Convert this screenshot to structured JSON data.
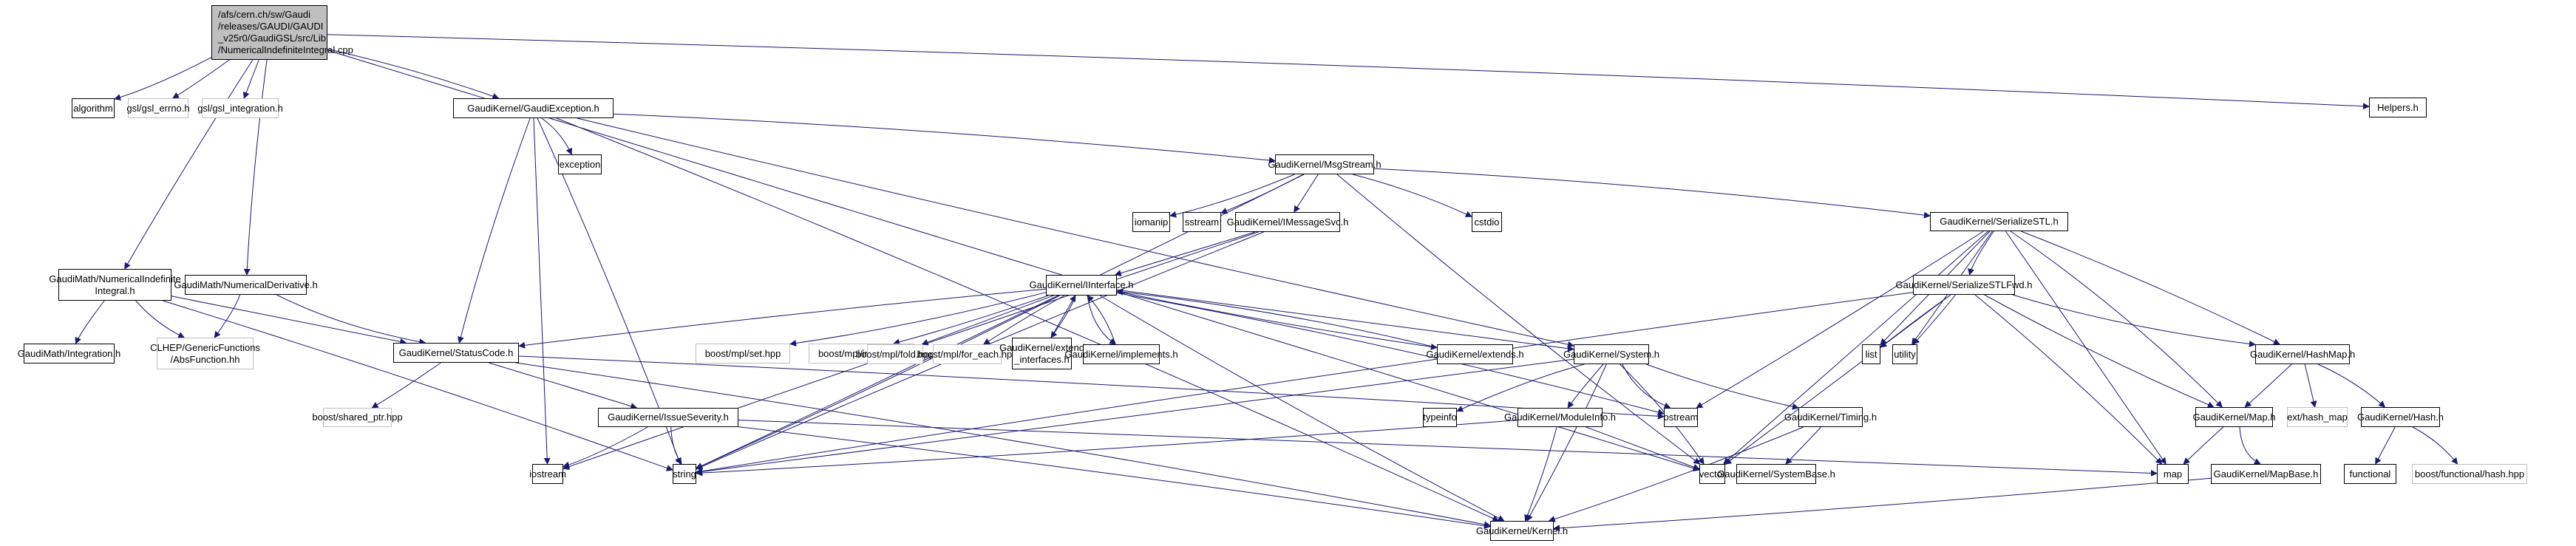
{
  "diagram": {
    "type": "include-dependency-graph",
    "edge_color": "#191970",
    "root_fill": "#bfbfbf",
    "external_border": "#bfbfbf",
    "nodes": [
      {
        "id": "root",
        "label": "/afs/cern.ch/sw/Gaudi\n/releases/GAUDI/GAUDI\n_v25r0/GaudiGSL/src/Lib\n/NumericalIndefiniteIntegral.cpp",
        "kind": "root"
      },
      {
        "id": "algorithm",
        "label": "algorithm",
        "kind": "doc"
      },
      {
        "id": "gsl_errno",
        "label": "gsl/gsl_errno.h",
        "kind": "ext"
      },
      {
        "id": "gsl_integration",
        "label": "gsl/gsl_integration.h",
        "kind": "ext"
      },
      {
        "id": "GaudiException",
        "label": "GaudiKernel/GaudiException.h",
        "kind": "doc"
      },
      {
        "id": "Helpers",
        "label": "Helpers.h",
        "kind": "doc"
      },
      {
        "id": "exception",
        "label": "exception",
        "kind": "doc"
      },
      {
        "id": "MsgStream",
        "label": "GaudiKernel/MsgStream.h",
        "kind": "doc"
      },
      {
        "id": "iomanip",
        "label": "iomanip",
        "kind": "doc"
      },
      {
        "id": "sstream",
        "label": "sstream",
        "kind": "doc"
      },
      {
        "id": "IMessageSvc",
        "label": "GaudiKernel/IMessageSvc.h",
        "kind": "doc"
      },
      {
        "id": "cstdio",
        "label": "cstdio",
        "kind": "doc"
      },
      {
        "id": "SerializeSTL",
        "label": "GaudiKernel/SerializeSTL.h",
        "kind": "doc"
      },
      {
        "id": "NumIndefInt",
        "label": "GaudiMath/NumericalIndefinite\nIntegral.h",
        "kind": "doc"
      },
      {
        "id": "NumDeriv",
        "label": "GaudiMath/NumericalDerivative.h",
        "kind": "doc"
      },
      {
        "id": "IInterface",
        "label": "GaudiKernel/IInterface.h",
        "kind": "doc"
      },
      {
        "id": "SerializeSTLFwd",
        "label": "GaudiKernel/SerializeSTLFwd.h",
        "kind": "doc"
      },
      {
        "id": "Integration",
        "label": "GaudiMath/Integration.h",
        "kind": "doc"
      },
      {
        "id": "AbsFunction",
        "label": "CLHEP/GenericFunctions\n/AbsFunction.hh",
        "kind": "ext"
      },
      {
        "id": "StatusCode",
        "label": "GaudiKernel/StatusCode.h",
        "kind": "doc"
      },
      {
        "id": "mpl_set",
        "label": "boost/mpl/set.hpp",
        "kind": "ext"
      },
      {
        "id": "mpl_insert",
        "label": "boost/mpl/insert.hpp",
        "kind": "ext"
      },
      {
        "id": "mpl_fold",
        "label": "boost/mpl/fold.hpp",
        "kind": "ext"
      },
      {
        "id": "mpl_for_each",
        "label": "boost/mpl/for_each.hpp",
        "kind": "ext"
      },
      {
        "id": "extend_interfaces",
        "label": "GaudiKernel/extend\n_interfaces.h",
        "kind": "doc"
      },
      {
        "id": "implements",
        "label": "GaudiKernel/implements.h",
        "kind": "doc"
      },
      {
        "id": "extends",
        "label": "GaudiKernel/extends.h",
        "kind": "doc"
      },
      {
        "id": "System",
        "label": "GaudiKernel/System.h",
        "kind": "doc"
      },
      {
        "id": "list",
        "label": "list",
        "kind": "doc"
      },
      {
        "id": "utility",
        "label": "utility",
        "kind": "doc"
      },
      {
        "id": "HashMap",
        "label": "GaudiKernel/HashMap.h",
        "kind": "doc"
      },
      {
        "id": "shared_ptr",
        "label": "boost/shared_ptr.hpp",
        "kind": "ext"
      },
      {
        "id": "IssueSeverity",
        "label": "GaudiKernel/IssueSeverity.h",
        "kind": "doc"
      },
      {
        "id": "typeinfo",
        "label": "typeinfo",
        "kind": "doc"
      },
      {
        "id": "ModuleInfo",
        "label": "GaudiKernel/ModuleInfo.h",
        "kind": "doc"
      },
      {
        "id": "ostream",
        "label": "ostream",
        "kind": "doc"
      },
      {
        "id": "Timing",
        "label": "GaudiKernel/Timing.h",
        "kind": "doc"
      },
      {
        "id": "Map",
        "label": "GaudiKernel/Map.h",
        "kind": "doc"
      },
      {
        "id": "hash_map",
        "label": "ext/hash_map",
        "kind": "ext"
      },
      {
        "id": "Hash",
        "label": "GaudiKernel/Hash.h",
        "kind": "doc"
      },
      {
        "id": "iostream",
        "label": "iostream",
        "kind": "doc"
      },
      {
        "id": "string",
        "label": "string",
        "kind": "doc"
      },
      {
        "id": "vector",
        "label": "vector",
        "kind": "doc"
      },
      {
        "id": "SystemBase",
        "label": "GaudiKernel/SystemBase.h",
        "kind": "doc"
      },
      {
        "id": "map",
        "label": "map",
        "kind": "doc"
      },
      {
        "id": "MapBase",
        "label": "GaudiKernel/MapBase.h",
        "kind": "doc"
      },
      {
        "id": "functional",
        "label": "functional",
        "kind": "doc"
      },
      {
        "id": "boost_hash",
        "label": "boost/functional/hash.hpp",
        "kind": "ext"
      },
      {
        "id": "Kernel",
        "label": "GaudiKernel/Kernel.h",
        "kind": "doc"
      }
    ],
    "edges": [
      [
        "root",
        "algorithm"
      ],
      [
        "root",
        "gsl_errno"
      ],
      [
        "root",
        "gsl_integration"
      ],
      [
        "root",
        "GaudiException"
      ],
      [
        "root",
        "Helpers"
      ],
      [
        "root",
        "NumIndefInt"
      ],
      [
        "root",
        "NumDeriv"
      ],
      [
        "root",
        "vector"
      ],
      [
        "GaudiException",
        "exception"
      ],
      [
        "GaudiException",
        "MsgStream"
      ],
      [
        "GaudiException",
        "StatusCode"
      ],
      [
        "GaudiException",
        "System"
      ],
      [
        "GaudiException",
        "iostream"
      ],
      [
        "GaudiException",
        "string"
      ],
      [
        "GaudiException",
        "Kernel"
      ],
      [
        "MsgStream",
        "iomanip"
      ],
      [
        "MsgStream",
        "sstream"
      ],
      [
        "MsgStream",
        "IMessageSvc"
      ],
      [
        "MsgStream",
        "cstdio"
      ],
      [
        "MsgStream",
        "SerializeSTL"
      ],
      [
        "MsgStream",
        "string"
      ],
      [
        "MsgStream",
        "vector"
      ],
      [
        "IMessageSvc",
        "IInterface"
      ],
      [
        "IMessageSvc",
        "iostream"
      ],
      [
        "IMessageSvc",
        "string"
      ],
      [
        "IInterface",
        "mpl_set"
      ],
      [
        "IInterface",
        "mpl_insert"
      ],
      [
        "IInterface",
        "mpl_fold"
      ],
      [
        "IInterface",
        "mpl_for_each"
      ],
      [
        "IInterface",
        "extend_interfaces"
      ],
      [
        "IInterface",
        "implements"
      ],
      [
        "IInterface",
        "extends"
      ],
      [
        "IInterface",
        "System"
      ],
      [
        "IInterface",
        "StatusCode"
      ],
      [
        "IInterface",
        "ostream"
      ],
      [
        "IInterface",
        "string"
      ],
      [
        "IInterface",
        "Kernel"
      ],
      [
        "extend_interfaces",
        "IInterface"
      ],
      [
        "implements",
        "IInterface"
      ],
      [
        "extends",
        "IInterface"
      ],
      [
        "SerializeSTL",
        "SerializeSTLFwd"
      ],
      [
        "SerializeSTL",
        "list"
      ],
      [
        "SerializeSTL",
        "utility"
      ],
      [
        "SerializeSTL",
        "HashMap"
      ],
      [
        "SerializeSTL",
        "Map"
      ],
      [
        "SerializeSTL",
        "ostream"
      ],
      [
        "SerializeSTL",
        "vector"
      ],
      [
        "SerializeSTL",
        "map"
      ],
      [
        "SerializeSTLFwd",
        "list"
      ],
      [
        "SerializeSTLFwd",
        "utility"
      ],
      [
        "SerializeSTLFwd",
        "HashMap"
      ],
      [
        "SerializeSTLFwd",
        "Map"
      ],
      [
        "SerializeSTLFwd",
        "vector"
      ],
      [
        "SerializeSTLFwd",
        "map"
      ],
      [
        "SerializeSTLFwd",
        "string"
      ],
      [
        "NumIndefInt",
        "Integration"
      ],
      [
        "NumIndefInt",
        "AbsFunction"
      ],
      [
        "NumIndefInt",
        "StatusCode"
      ],
      [
        "NumIndefInt",
        "string"
      ],
      [
        "NumDeriv",
        "AbsFunction"
      ],
      [
        "NumDeriv",
        "StatusCode"
      ],
      [
        "StatusCode",
        "shared_ptr"
      ],
      [
        "StatusCode",
        "IssueSeverity"
      ],
      [
        "StatusCode",
        "ostream"
      ],
      [
        "StatusCode",
        "Kernel"
      ],
      [
        "IssueSeverity",
        "iostream"
      ],
      [
        "IssueSeverity",
        "string"
      ],
      [
        "IssueSeverity",
        "map"
      ],
      [
        "IssueSeverity",
        "Kernel"
      ],
      [
        "System",
        "typeinfo"
      ],
      [
        "System",
        "ModuleInfo"
      ],
      [
        "System",
        "Timing"
      ],
      [
        "System",
        "string"
      ],
      [
        "System",
        "vector"
      ],
      [
        "System",
        "Kernel"
      ],
      [
        "System",
        "ostream"
      ],
      [
        "ModuleInfo",
        "string"
      ],
      [
        "ModuleInfo",
        "vector"
      ],
      [
        "ModuleInfo",
        "Kernel"
      ],
      [
        "Timing",
        "SystemBase"
      ],
      [
        "Timing",
        "Kernel"
      ],
      [
        "HashMap",
        "Map"
      ],
      [
        "HashMap",
        "hash_map"
      ],
      [
        "HashMap",
        "Hash"
      ],
      [
        "Map",
        "map"
      ],
      [
        "Map",
        "MapBase"
      ],
      [
        "MapBase",
        "Kernel"
      ],
      [
        "Hash",
        "functional"
      ],
      [
        "Hash",
        "boost_hash"
      ]
    ]
  }
}
